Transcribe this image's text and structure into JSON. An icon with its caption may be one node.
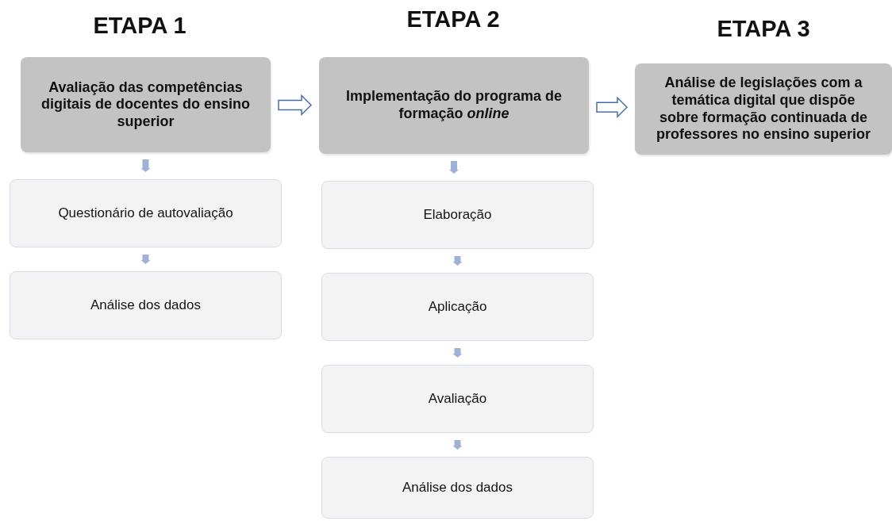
{
  "diagram": {
    "nodes": [
      {
        "text": [
          "Avaliação das competências digitais de docentes do ensino superior"
        ]
      },
      {
        "text": [
          "Questionário de autovaliação"
        ]
      },
      {
        "text": [
          "Análise dos dados"
        ]
      },
      {
        "text": [
          "Implementação do programa de formação *online*"
        ]
      },
      {
        "text": [
          "Elaboração"
        ]
      },
      {
        "text": [
          "Aplicação"
        ]
      },
      {
        "text": [
          "Avaliação"
        ]
      },
      {
        "text": [
          "Análise dos dados"
        ]
      },
      {
        "text": [
          "Análise de legislações com a temática digital que dispõe sobre formação continuada de professores no ensino superior"
        ]
      }
    ],
    "edges": [
      {
        "from": 0,
        "to": 3,
        "arrow": "to"
      },
      {
        "from": 3,
        "to": 8,
        "arrow": "to"
      },
      {
        "from": 0,
        "to": 1,
        "arrow": "to"
      },
      {
        "from": 1,
        "to": 2,
        "arrow": "to"
      },
      {
        "from": 3,
        "to": 4,
        "arrow": "to"
      },
      {
        "from": 4,
        "to": 5,
        "arrow": "to"
      },
      {
        "from": 5,
        "to": 6,
        "arrow": "to"
      },
      {
        "from": 6,
        "to": 7,
        "arrow": "to"
      }
    ],
    "labels": [
      "ETAPA 1",
      "ETAPA 2",
      "ETAPA 3"
    ]
  }
}
